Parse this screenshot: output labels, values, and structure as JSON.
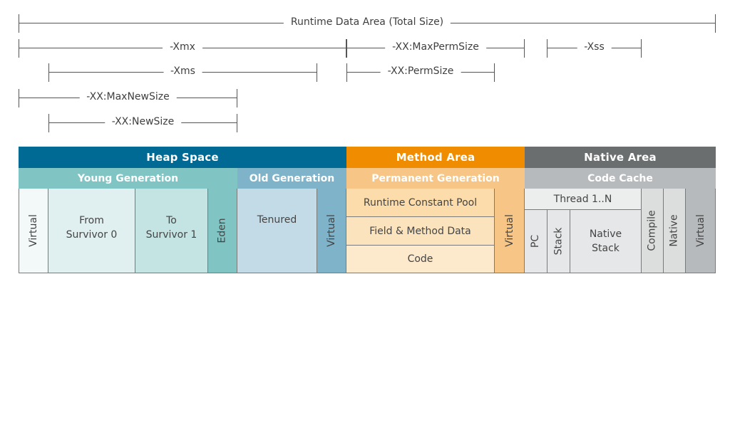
{
  "dimensions": {
    "total": "Runtime Data Area (Total Size)",
    "xmx": "-Xmx",
    "max_perm": "-XX:MaxPermSize",
    "xss": "-Xss",
    "xms": "-Xms",
    "perm": "-XX:PermSize",
    "max_new": "-XX:MaxNewSize",
    "new": "-XX:NewSize"
  },
  "headers": {
    "heap": "Heap Space",
    "method": "Method Area",
    "native": "Native Area"
  },
  "subheaders": {
    "young": "Young Generation",
    "old": "Old Generation",
    "permanent": "Permanent Generation",
    "code_cache": "Code Cache"
  },
  "cells": {
    "young_virtual": "Virtual",
    "from_survivor": "From\nSurvivor 0",
    "to_survivor": "To\nSurvivor 1",
    "eden": "Eden",
    "tenured": "Tenured",
    "old_virtual": "Virtual",
    "runtime_constant_pool": "Runtime Constant Pool",
    "field_method_data": "Field & Method Data",
    "code": "Code",
    "perm_virtual": "Virtual",
    "thread": "Thread 1..N",
    "pc": "PC",
    "stack": "Stack",
    "native_stack": "Native\nStack",
    "compile": "Compile",
    "native": "Native",
    "native_virtual": "Virtual"
  },
  "colors": {
    "heap": "#006a94",
    "young": "#80c4c4",
    "old": "#7eb3c9",
    "method": "#ef8c00",
    "permanent": "#f7c585",
    "native": "#6b6e6f",
    "code_cache": "#b7babc"
  }
}
